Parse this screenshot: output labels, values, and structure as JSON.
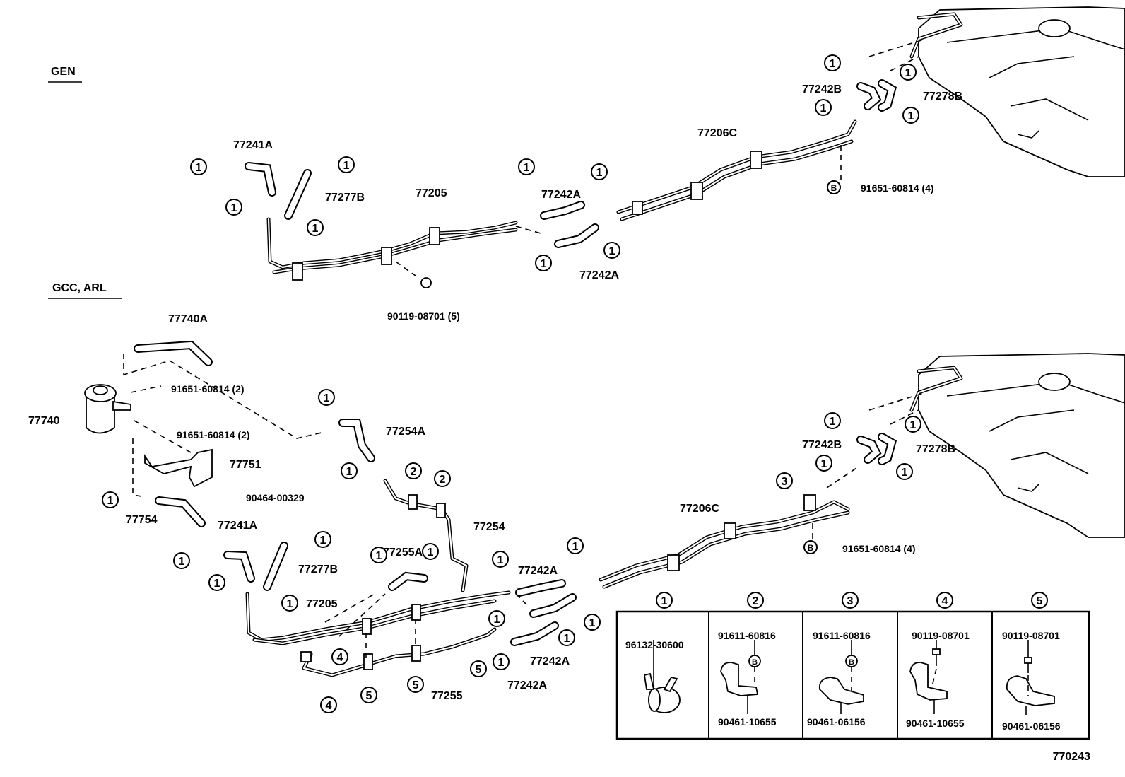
{
  "diagram_id": "770243",
  "callouts": {
    "c1": "1",
    "c2": "2",
    "c3": "3",
    "c4": "4",
    "c5": "5",
    "b": "B"
  },
  "gen": {
    "title": "GEN",
    "parts": {
      "hose_77241a": "77241A",
      "hose_77277b": "77277B",
      "pipe_77205": "77205",
      "hose_77242a_1": "77242A",
      "hose_77242a_2": "77242A",
      "pipe_77206c": "77206C",
      "bolt": "90119-08701 (5)",
      "clip_b": "91651-60814 (4)",
      "hose_77242b": "77242B",
      "hose_77278b": "77278B"
    }
  },
  "gcc_arl": {
    "title": "GCC, ARL",
    "parts": {
      "hose_77740a": "77740A",
      "clip_upper": "91651-60814 (2)",
      "clip_lower": "91651-60814 (2)",
      "canister_77740": "77740",
      "hose_77254a": "77254A",
      "bracket_77751": "77751",
      "clamp_90464": "90464-00329",
      "hose_77754": "77754",
      "hose_77241a": "77241A",
      "hose_77277b": "77277B",
      "pipe_77205": "77205",
      "hose_77255a": "77255A",
      "pipe_77254": "77254",
      "hose_77242a_1": "77242A",
      "hose_77242a_2": "77242A",
      "hose_77242a_3": "77242A",
      "pipe_77255": "77255",
      "pipe_77206c": "77206C",
      "hose_77242b": "77242B",
      "hose_77278b": "77278B",
      "clip_b": "91651-60814 (4)"
    }
  },
  "legend": [
    {
      "num": "1",
      "top": "96132-30600",
      "bottom": ""
    },
    {
      "num": "2",
      "top": "91611-60816",
      "bottom": "90461-10655"
    },
    {
      "num": "3",
      "top": "91611-60816",
      "bottom": "90461-06156"
    },
    {
      "num": "4",
      "top": "90119-08701",
      "bottom": "90461-10655"
    },
    {
      "num": "5",
      "top": "90119-08701",
      "bottom": "90461-06156"
    }
  ]
}
